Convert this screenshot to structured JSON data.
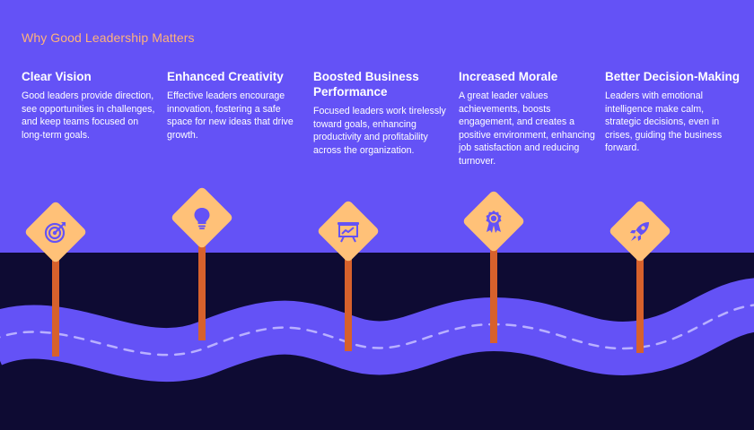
{
  "title": "Why Good Leadership Matters",
  "colors": {
    "background": "#6452f6",
    "band": "#0e0b33",
    "road": "#6452f6",
    "road_dash": "#b9b0ff",
    "sign": "#ffc178",
    "pole": "#d7612c",
    "icon": "#6452f6",
    "title_accent": "#ffb27a",
    "text": "#ffffff"
  },
  "steps": [
    {
      "title": "Clear Vision",
      "text": "Good leaders provide direction, see opportunities in challenges, and keep teams focused on long-term goals.",
      "icon": "target-icon"
    },
    {
      "title": "Enhanced Creativity",
      "text": "Effective leaders encourage innovation, fostering a safe space for new ideas that drive growth.",
      "icon": "lightbulb-icon"
    },
    {
      "title": "Boosted Business Performance",
      "text": "Focused leaders work tirelessly toward goals, enhancing productivity and profitability across the organization.",
      "icon": "presentation-chart-icon"
    },
    {
      "title": "Increased Morale",
      "text": "A great leader values achievements, boosts engagement, and creates a positive environment, enhancing job satisfaction and reducing turnover.",
      "icon": "award-badge-icon"
    },
    {
      "title": "Better Decision-Making",
      "text": "Leaders with emotional intelligence make calm, strategic decisions, even in crises, guiding the business forward.",
      "icon": "rocket-icon"
    }
  ]
}
